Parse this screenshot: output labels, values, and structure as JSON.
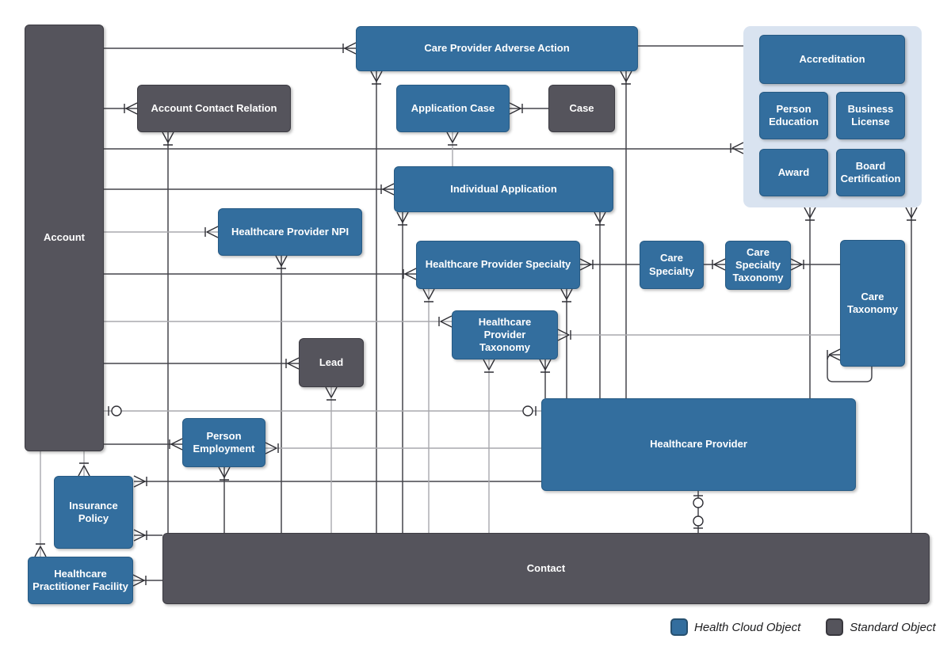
{
  "diagram": {
    "kind": "entity-relationship-diagram",
    "colors": {
      "health_cloud_object": "#336e9e",
      "standard_object": "#55545c",
      "group_background": "#d9e3f0",
      "connector_dark": "#45454b",
      "connector_gray": "#a9a9ad"
    }
  },
  "entities": {
    "account": {
      "label": "Account",
      "type": "standard"
    },
    "account_contact_relation": {
      "label": "Account Contact Relation",
      "type": "standard"
    },
    "care_provider_adverse_action": {
      "label": "Care Provider Adverse Action",
      "type": "health-cloud"
    },
    "application_case": {
      "label": "Application Case",
      "type": "health-cloud"
    },
    "case": {
      "label": "Case",
      "type": "standard"
    },
    "individual_application": {
      "label": "Individual Application",
      "type": "health-cloud"
    },
    "healthcare_provider_npi": {
      "label": "Healthcare Provider NPI",
      "type": "health-cloud"
    },
    "healthcare_provider_specialty": {
      "label": "Healthcare Provider Specialty",
      "type": "health-cloud"
    },
    "care_specialty": {
      "label": "Care Specialty",
      "type": "health-cloud"
    },
    "care_specialty_taxonomy": {
      "label": "Care Specialty Taxonomy",
      "type": "health-cloud"
    },
    "care_taxonomy": {
      "label": "Care Taxonomy",
      "type": "health-cloud"
    },
    "healthcare_provider_taxonomy": {
      "label": "Healthcare Provider Taxonomy",
      "type": "health-cloud"
    },
    "lead": {
      "label": "Lead",
      "type": "standard"
    },
    "person_employment": {
      "label": "Person Employment",
      "type": "health-cloud"
    },
    "healthcare_provider": {
      "label": "Healthcare Provider",
      "type": "health-cloud"
    },
    "insurance_policy": {
      "label": "Insurance Policy",
      "type": "health-cloud"
    },
    "healthcare_practitioner_facility": {
      "label": "Healthcare Practitioner Facility",
      "type": "health-cloud"
    },
    "contact": {
      "label": "Contact",
      "type": "standard"
    },
    "accreditation": {
      "label": "Accreditation",
      "type": "health-cloud"
    },
    "person_education": {
      "label": "Person Education",
      "type": "health-cloud"
    },
    "business_license": {
      "label": "Business License",
      "type": "health-cloud"
    },
    "award": {
      "label": "Award",
      "type": "health-cloud"
    },
    "board_certification": {
      "label": "Board Certification",
      "type": "health-cloud"
    }
  },
  "legend": {
    "health_cloud_label": "Health Cloud Object",
    "standard_label": "Standard Object"
  }
}
